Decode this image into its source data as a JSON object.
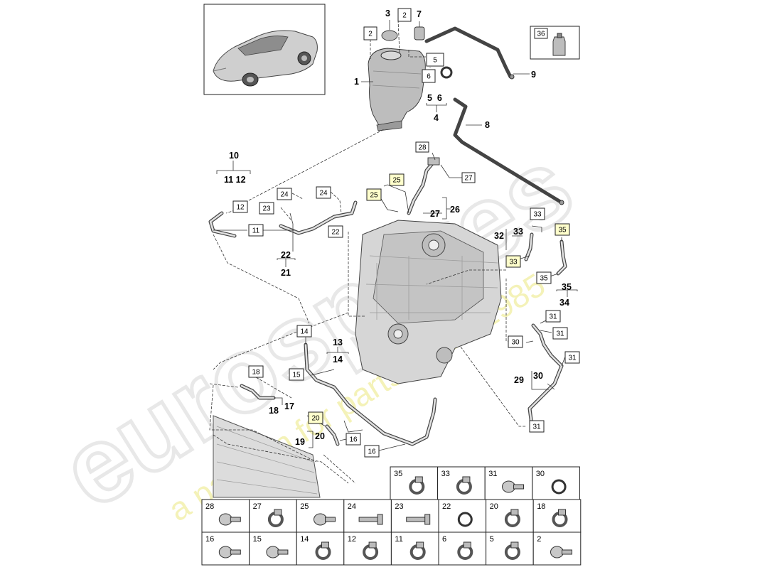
{
  "watermark": {
    "brand": "eurospares",
    "slogan": "a passion for parts since 1985"
  },
  "callouts": [
    {
      "id": "c1",
      "text": "1"
    },
    {
      "id": "c3",
      "text": "3"
    },
    {
      "id": "c7",
      "text": "7"
    },
    {
      "id": "c9",
      "text": "9"
    },
    {
      "id": "c4",
      "text": "4"
    },
    {
      "id": "c8",
      "text": "8"
    },
    {
      "id": "c10",
      "text": "10"
    },
    {
      "id": "c21",
      "text": "21"
    },
    {
      "id": "c26",
      "text": "26"
    },
    {
      "id": "c34",
      "text": "34"
    },
    {
      "id": "c13",
      "text": "13"
    },
    {
      "id": "c17",
      "text": "17"
    },
    {
      "id": "c19",
      "text": "19"
    },
    {
      "id": "c29",
      "text": "29"
    },
    {
      "id": "c32",
      "text": "32"
    }
  ],
  "group_labels": [
    {
      "id": "g56",
      "text": "5  6"
    },
    {
      "id": "g1112",
      "text": "11 12"
    },
    {
      "id": "g22",
      "text": "22"
    },
    {
      "id": "g27",
      "text": "27"
    },
    {
      "id": "g33",
      "text": "33"
    },
    {
      "id": "g35",
      "text": "35"
    },
    {
      "id": "g14",
      "text": "14"
    },
    {
      "id": "g18",
      "text": "18"
    },
    {
      "id": "g20",
      "text": "20"
    },
    {
      "id": "g30",
      "text": "30"
    }
  ],
  "boxed_refs": [
    {
      "id": "b2a",
      "text": "2"
    },
    {
      "id": "b2b",
      "text": "2"
    },
    {
      "id": "b5",
      "text": "5"
    },
    {
      "id": "b6",
      "text": "6"
    },
    {
      "id": "b36",
      "text": "36"
    },
    {
      "id": "b28",
      "text": "28"
    },
    {
      "id": "b27",
      "text": "27"
    },
    {
      "id": "b25a",
      "text": "25"
    },
    {
      "id": "b25b",
      "text": "25"
    },
    {
      "id": "b24a",
      "text": "24"
    },
    {
      "id": "b24b",
      "text": "24"
    },
    {
      "id": "b23",
      "text": "23"
    },
    {
      "id": "b12",
      "text": "12"
    },
    {
      "id": "b11",
      "text": "11"
    },
    {
      "id": "b22",
      "text": "22"
    },
    {
      "id": "b33a",
      "text": "33"
    },
    {
      "id": "b35a",
      "text": "35"
    },
    {
      "id": "b33b",
      "text": "33"
    },
    {
      "id": "b35b",
      "text": "35"
    },
    {
      "id": "b14",
      "text": "14"
    },
    {
      "id": "b15",
      "text": "15"
    },
    {
      "id": "b18",
      "text": "18"
    },
    {
      "id": "b20",
      "text": "20"
    },
    {
      "id": "b16a",
      "text": "16"
    },
    {
      "id": "b16b",
      "text": "16"
    },
    {
      "id": "b31a",
      "text": "31"
    },
    {
      "id": "b31b",
      "text": "31"
    },
    {
      "id": "b30",
      "text": "30"
    },
    {
      "id": "b31c",
      "text": "31"
    },
    {
      "id": "b31d",
      "text": "31"
    }
  ],
  "parts_table": {
    "row1": [
      "35",
      "33",
      "31",
      "30"
    ],
    "row2": [
      "28",
      "27",
      "25",
      "24",
      "23",
      "22",
      "20",
      "18"
    ],
    "row3": [
      "16",
      "15",
      "14",
      "12",
      "11",
      "6",
      "5",
      "2"
    ]
  }
}
